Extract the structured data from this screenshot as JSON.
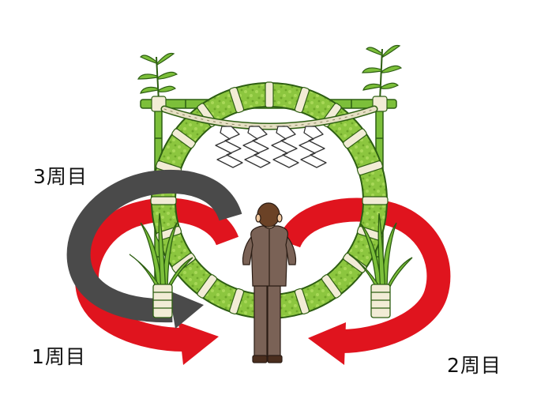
{
  "labels": {
    "lap1": "1周目",
    "lap2": "2周目",
    "lap3": "3周目"
  },
  "colors": {
    "lap_arrow_red": "#e0141e",
    "lap_arrow_gray": "#4a4a4a",
    "wreath_green": "#8cc63f",
    "wreath_band": "#f2ecd6",
    "bamboo_green": "#7cbf3a",
    "suit": "#7a6256",
    "hair": "#6b4226",
    "rope": "#e6e0c4"
  },
  "icons": [
    "chinowa-grass-ring",
    "bamboo-pole",
    "shide-paper-streamer",
    "worshipper-figure",
    "circular-arrow"
  ]
}
